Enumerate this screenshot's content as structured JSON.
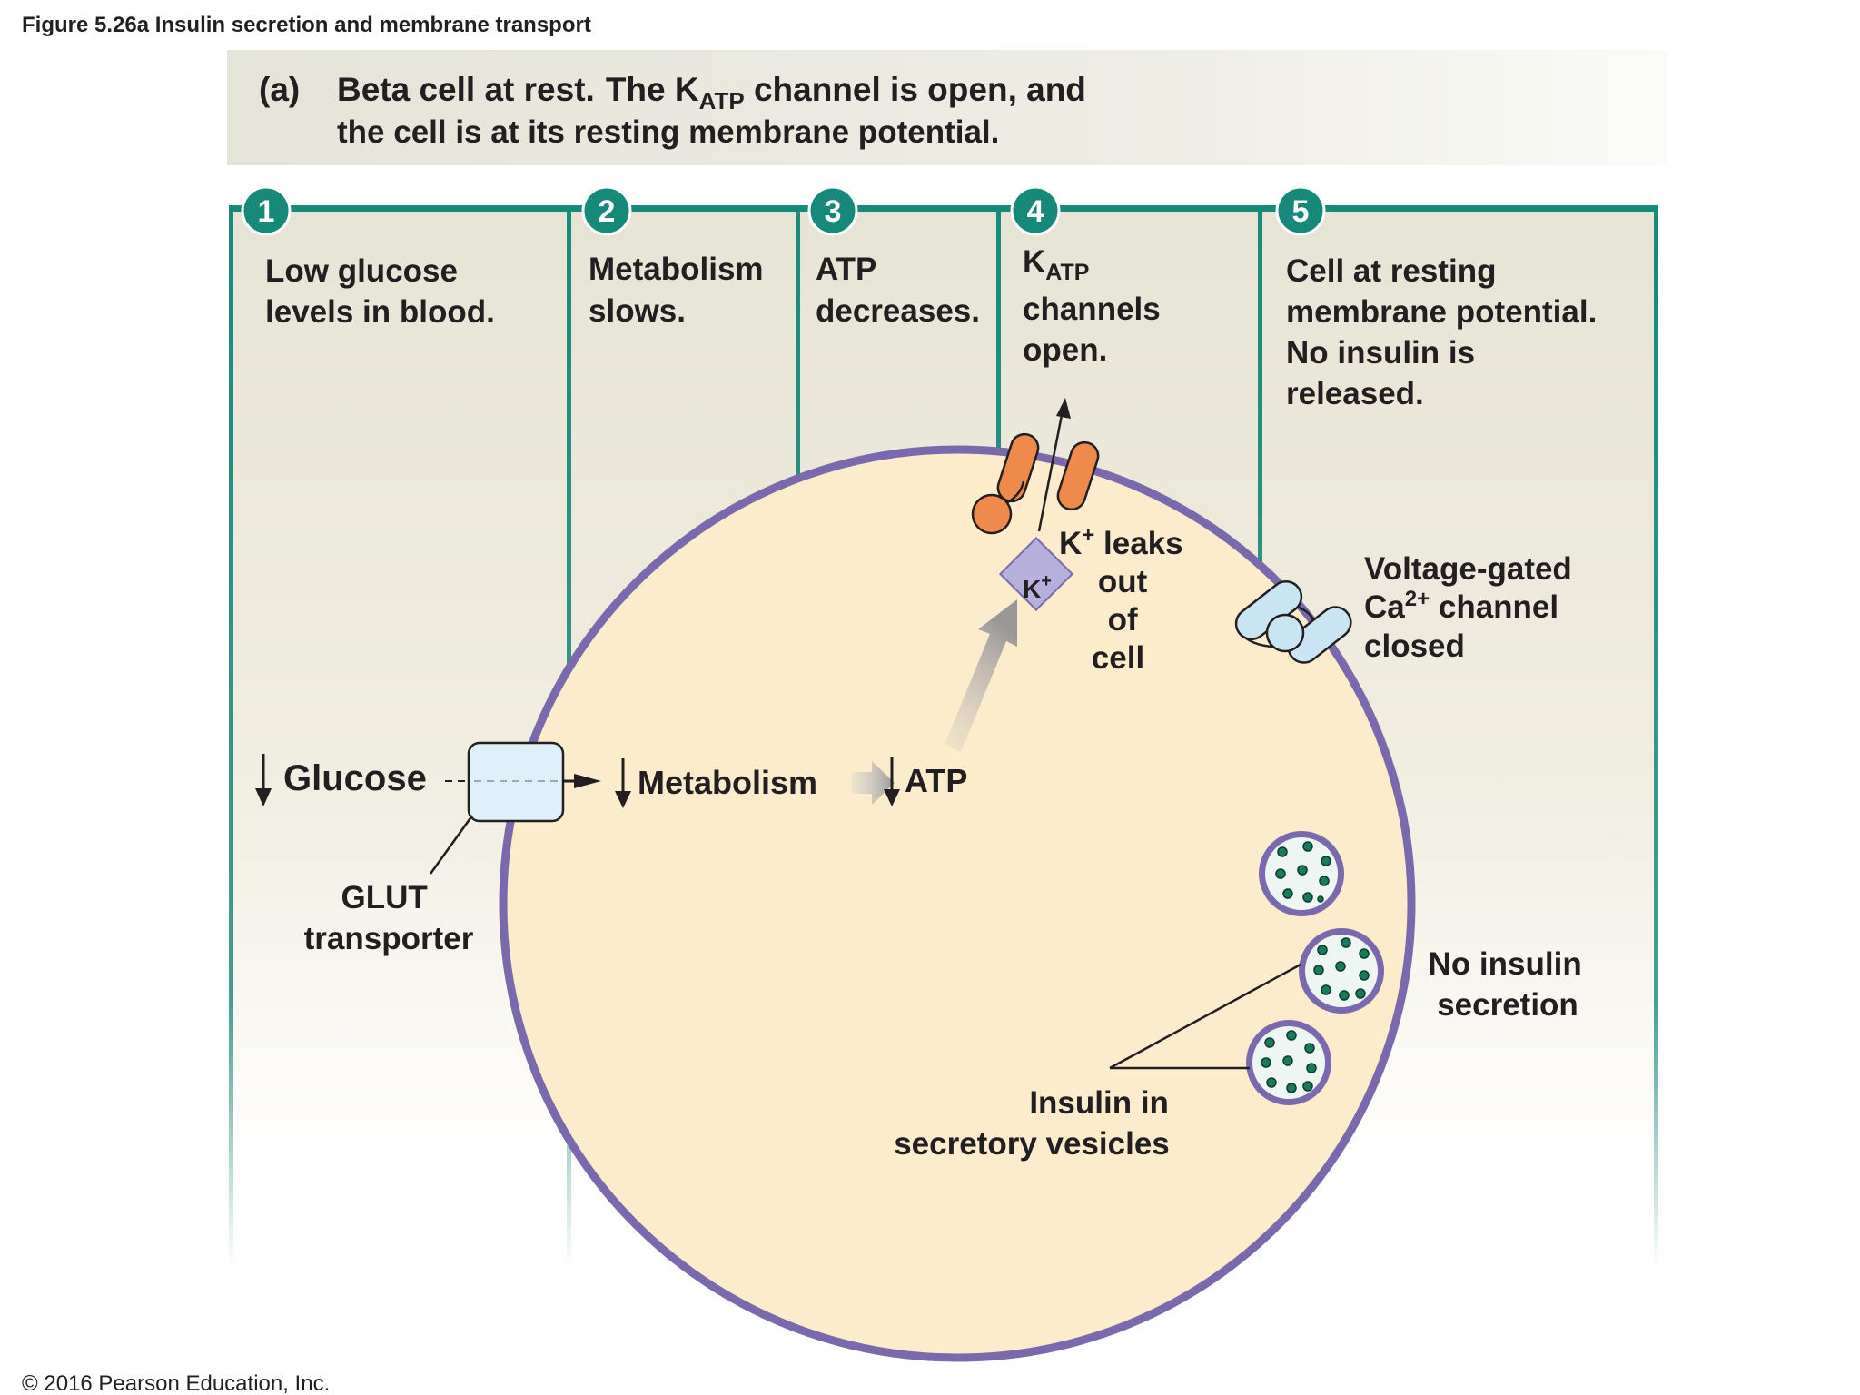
{
  "figure_caption": "Figure 5.26a Insulin secretion and membrane transport",
  "header": {
    "part_label": "(a)",
    "title_bold": "Beta cell at rest.",
    "line1_pre": "The K",
    "line1_sub": "ATP",
    "line1_post": " channel is open, and",
    "line2": "the cell is at its resting membrane potential."
  },
  "steps": [
    {
      "number": "1",
      "lines": [
        "Low glucose",
        "levels in blood."
      ]
    },
    {
      "number": "2",
      "lines": [
        "Metabolism",
        "slows."
      ]
    },
    {
      "number": "3",
      "lines": [
        "ATP",
        "decreases."
      ]
    },
    {
      "number": "4",
      "k_main": "K",
      "k_sub": "ATP",
      "lines": [
        "channels",
        "open."
      ]
    },
    {
      "number": "5",
      "lines": [
        "Cell at resting",
        "membrane potential.",
        "No insulin is",
        "released."
      ]
    }
  ],
  "cell_labels": {
    "glucose": "Glucose",
    "metabolism": "Metabolism",
    "atp": "ATP",
    "glut": [
      "GLUT",
      "transporter"
    ],
    "k_ion": "K",
    "k_ion_sup": "+",
    "k_leaks_main": "K",
    "k_leaks_sup": "+",
    "k_leaks_rest": " leaks",
    "k_leaks_lines": [
      "out",
      "of",
      "cell"
    ],
    "ca_channel_line1": "Voltage-gated",
    "ca_channel_ca": "Ca",
    "ca_channel_sup": "2+",
    "ca_channel_rest": " channel",
    "ca_channel_line3": "closed",
    "no_insulin": [
      "No insulin",
      "secretion"
    ],
    "insulin_vesicles": [
      "Insulin in",
      "secretory vesicles"
    ]
  },
  "copyright": "© 2016 Pearson Education, Inc.",
  "colors": {
    "teal": "#17897a",
    "membrane": "#7a69ad",
    "cytoplasm": "#fdeccb",
    "channel_orange": "#ef8a4d",
    "channel_blue": "#c9e5f3",
    "k_diamond": "#b8b0dc",
    "vesicle_dot": "#1a7a5e"
  }
}
